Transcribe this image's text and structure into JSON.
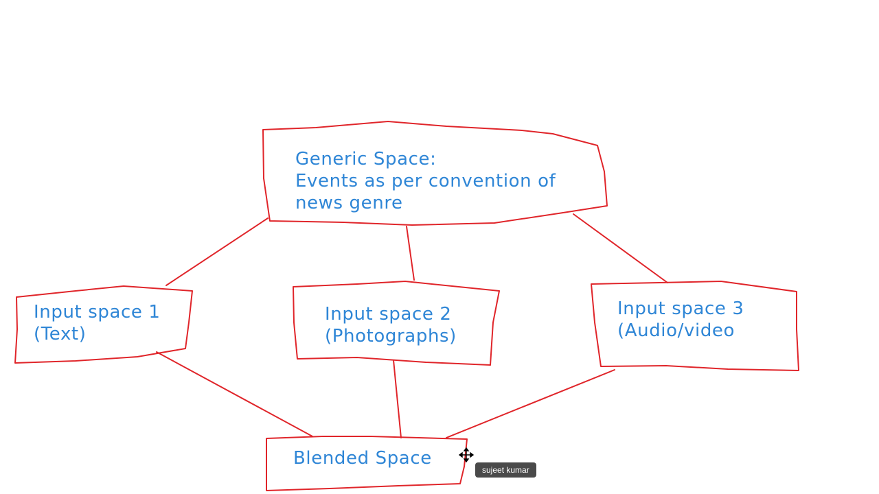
{
  "diagram": {
    "generic": {
      "line1": "Generic Space:",
      "line2": "Events as per convention of",
      "line3": "news genre"
    },
    "input1": {
      "line1": "Input space 1",
      "line2": "(Text)"
    },
    "input2": {
      "line1": "Input space 2",
      "line2": "(Photographs)"
    },
    "input3": {
      "line1": "Input space 3",
      "line2": "(Audio/video"
    },
    "blended": {
      "line1": "Blended Space"
    }
  },
  "tooltip": {
    "text": "sujeet kumar"
  },
  "colors": {
    "stroke": "#e0252a",
    "text": "#2f86d6",
    "tooltip_bg": "#4a4a4a"
  },
  "icons": {
    "cursor": "move-cursor-icon"
  }
}
